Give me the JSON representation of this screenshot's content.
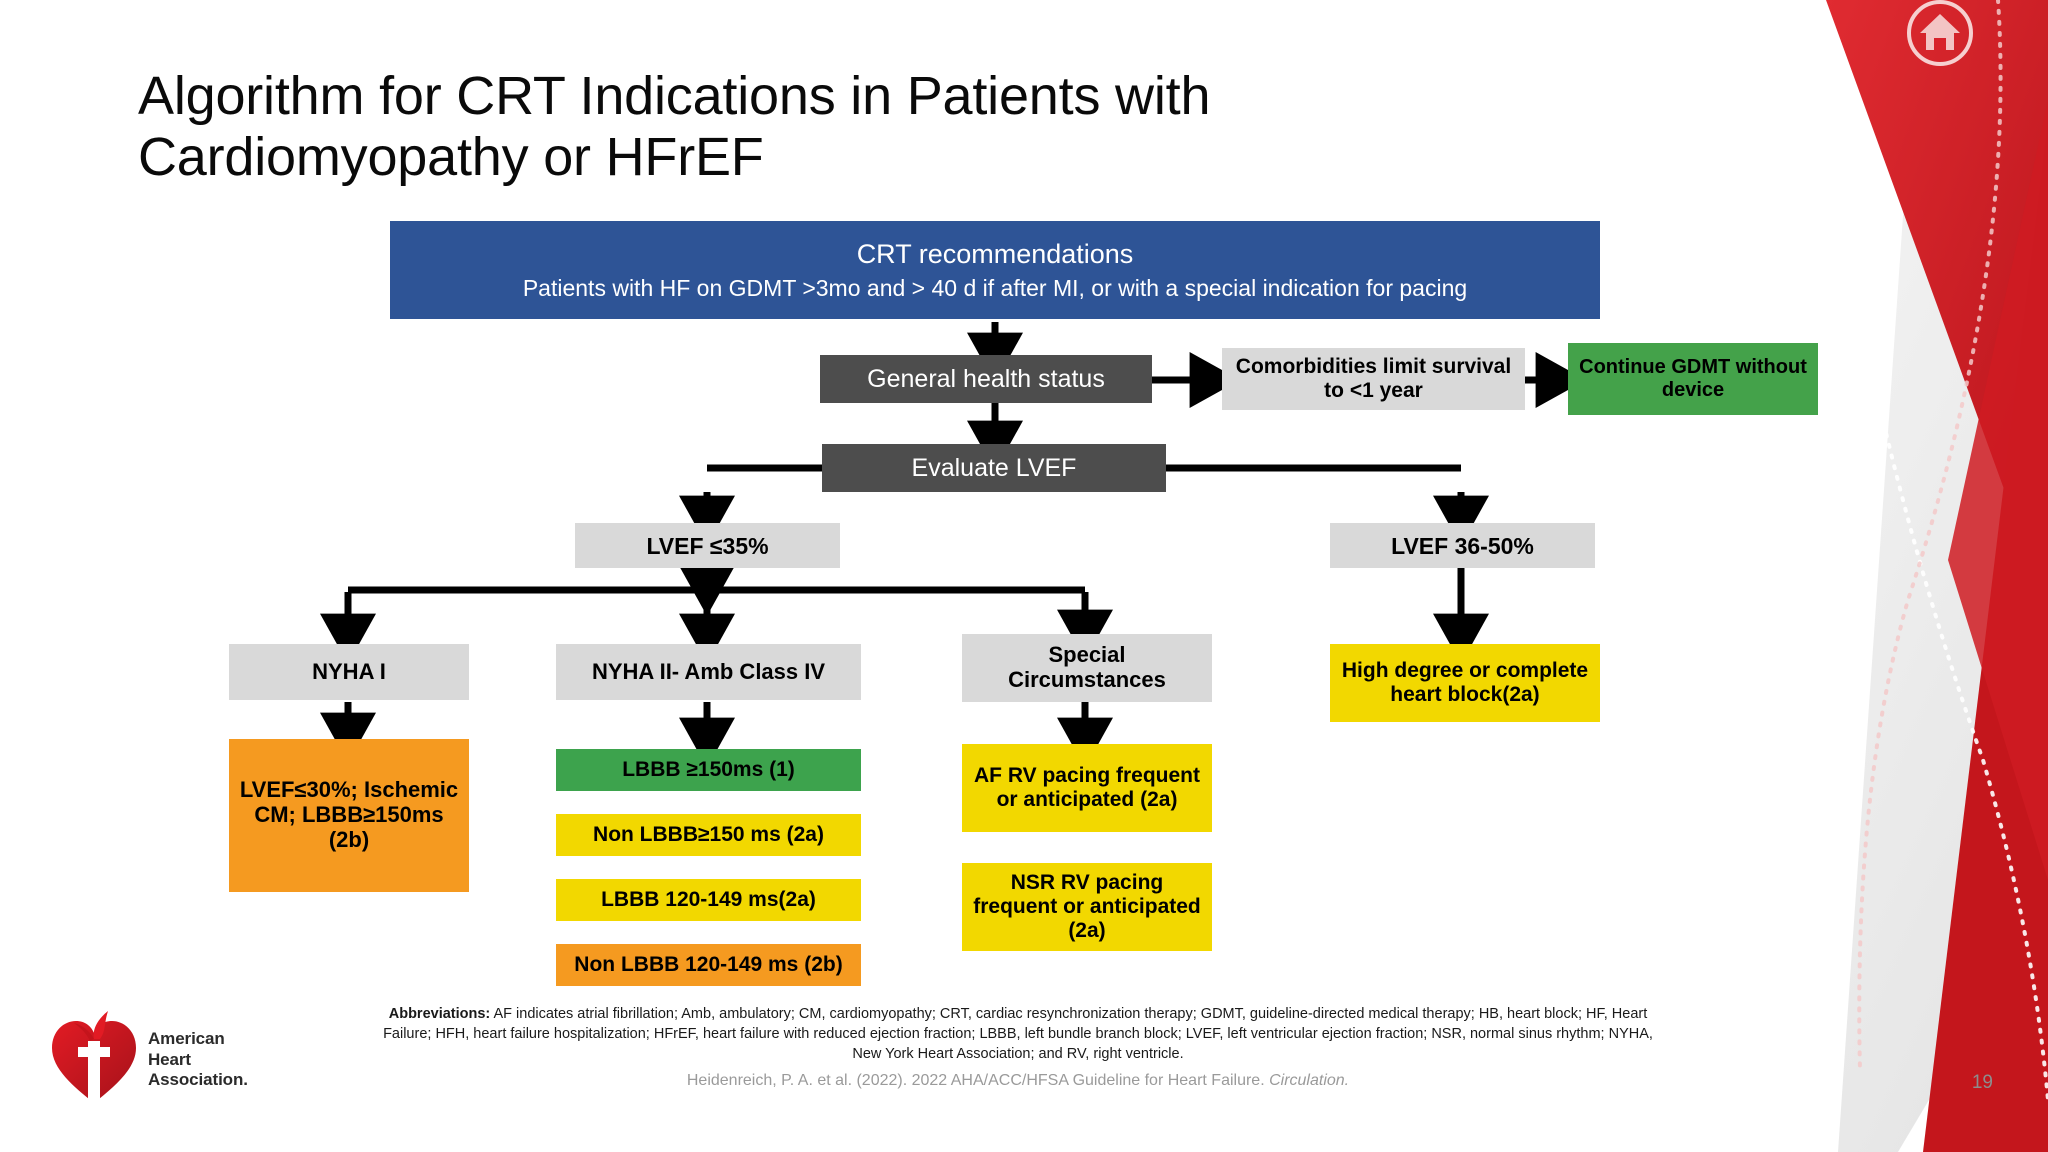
{
  "slide": {
    "title": "Algorithm for CRT Indications in Patients with Cardiomyopathy or HFrEF",
    "page_number": "19",
    "home_icon": "home-icon"
  },
  "colors": {
    "blue": "#2e5496",
    "dark_gray": "#4d4d4d",
    "light_gray": "#d9d9d9",
    "green": "#44a24a",
    "yellow": "#f2d800",
    "orange": "#f59a20",
    "accent_red": "#d8222a",
    "arrow": "#000000"
  },
  "flow": {
    "root": {
      "line1": "CRT recommendations",
      "line2": "Patients with HF on GDMT >3mo and > 40 d if after MI, or with a special indication for pacing"
    },
    "health_status": "General health status",
    "comorbidities": "Comorbidities limit survival to <1 year",
    "continue_gdmt": "Continue GDMT without device",
    "evaluate_lvef": "Evaluate LVEF",
    "lvef_low": "LVEF ≤35%",
    "lvef_mid": "LVEF 36-50%",
    "nyha_1": "NYHA I",
    "nyha_2": "NYHA II- Amb Class IV",
    "special_circumstances": "Special Circumstances",
    "nyha1_outcome": "LVEF≤30%; Ischemic CM; LBBB≥150ms (2b)",
    "nyha2_outcomes": [
      {
        "label": "LBBB ≥150ms (1)",
        "color": "green"
      },
      {
        "label": "Non LBBB≥150 ms (2a)",
        "color": "yellow"
      },
      {
        "label": "LBBB 120-149 ms(2a)",
        "color": "yellow"
      },
      {
        "label": "Non LBBB 120-149 ms (2b)",
        "color": "orange"
      }
    ],
    "special_outcomes": [
      {
        "label": "AF RV pacing frequent or anticipated (2a)",
        "color": "yellow"
      },
      {
        "label": "NSR RV pacing frequent or anticipated (2a)",
        "color": "yellow"
      }
    ],
    "lvef_mid_outcome": "High degree or complete heart block(2a)"
  },
  "footer": {
    "abbrev_label": "Abbreviations:",
    "abbrev_text": " AF indicates atrial fibrillation; Amb, ambulatory; CM, cardiomyopathy; CRT, cardiac resynchronization therapy;  GDMT, guideline-directed medical therapy; HB, heart block; HF, Heart Failure; HFH, heart failure hospitalization; HFrEF, heart failure with reduced ejection fraction; LBBB, left bundle branch block; LVEF, left ventricular ejection fraction;  NSR, normal sinus rhythm; NYHA, New York Heart Association; and RV, right ventricle.",
    "citation_main": "Heidenreich, P. A. et al. (2022). 2022 AHA/ACC/HFSA Guideline for Heart Failure. ",
    "citation_journal": "Circulation."
  },
  "logo": {
    "name": "american-heart-association-logo",
    "line1": "American",
    "line2": "Heart",
    "line3": "Association."
  }
}
